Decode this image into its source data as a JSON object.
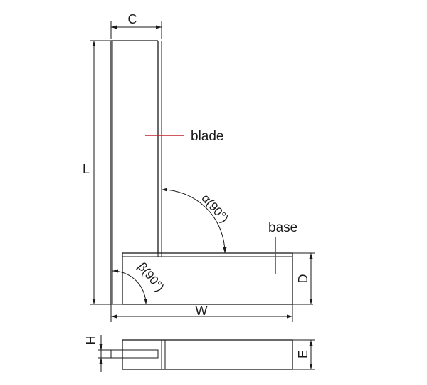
{
  "labels": {
    "blade": "blade",
    "base": "base"
  },
  "dimensions": {
    "C": "C",
    "L": "L",
    "W": "W",
    "D": "D",
    "H": "H",
    "E": "E"
  },
  "angles": {
    "alpha": "α(90°)",
    "beta": "β(90°)"
  },
  "colors": {
    "line": "#1a1a1a",
    "callout": "#c0202a"
  }
}
